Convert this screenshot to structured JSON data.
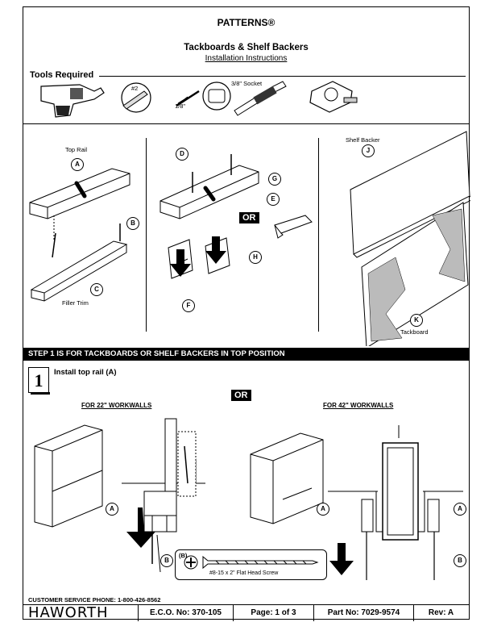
{
  "header": {
    "brand": "PATTERNS®",
    "title": "Tackboards & Shelf Backers",
    "subtitle": "Installation Instructions"
  },
  "tools": {
    "label": "Tools Required",
    "items": [
      {
        "icon": "power-drill-icon",
        "label": ""
      },
      {
        "icon": "phillips-bit-icon",
        "label": "#2"
      },
      {
        "icon": "drill-bit-icon",
        "label": "1/8\""
      },
      {
        "icon": "socket-wrench-icon",
        "label": "3/8\" Socket"
      },
      {
        "icon": "tape-measure-icon",
        "label": ""
      }
    ]
  },
  "parts": {
    "top_rail": "Top Rail",
    "filler_trim": "Filler Trim",
    "shelf_backer": "Shelf Backer",
    "tackboard": "Tackboard",
    "or": "OR",
    "callouts": [
      "A",
      "B",
      "C",
      "D",
      "E",
      "F",
      "G",
      "H",
      "J",
      "K"
    ]
  },
  "step_banner": "STEP 1 IS FOR TACKBOARDS OR SHELF BACKERS IN TOP POSITION",
  "step1": {
    "number": "1",
    "title": "Install top rail (A)",
    "or": "OR",
    "left_heading": "FOR 22\" WORKWALLS",
    "right_heading": "FOR 42\" WORKWALLS",
    "screw_callout": "(B)",
    "screw_label": "#8-15 x 2\" Flat Head Screw"
  },
  "footer": {
    "customer_service": "CUSTOMER SERVICE PHONE: 1-800-426-8562",
    "logo": "HAWORTH",
    "eco": "E.C.O. No: 370-105",
    "page": "Page:  1 of 3",
    "part_no": "Part No:  7029-9574",
    "rev": "Rev:  A"
  }
}
